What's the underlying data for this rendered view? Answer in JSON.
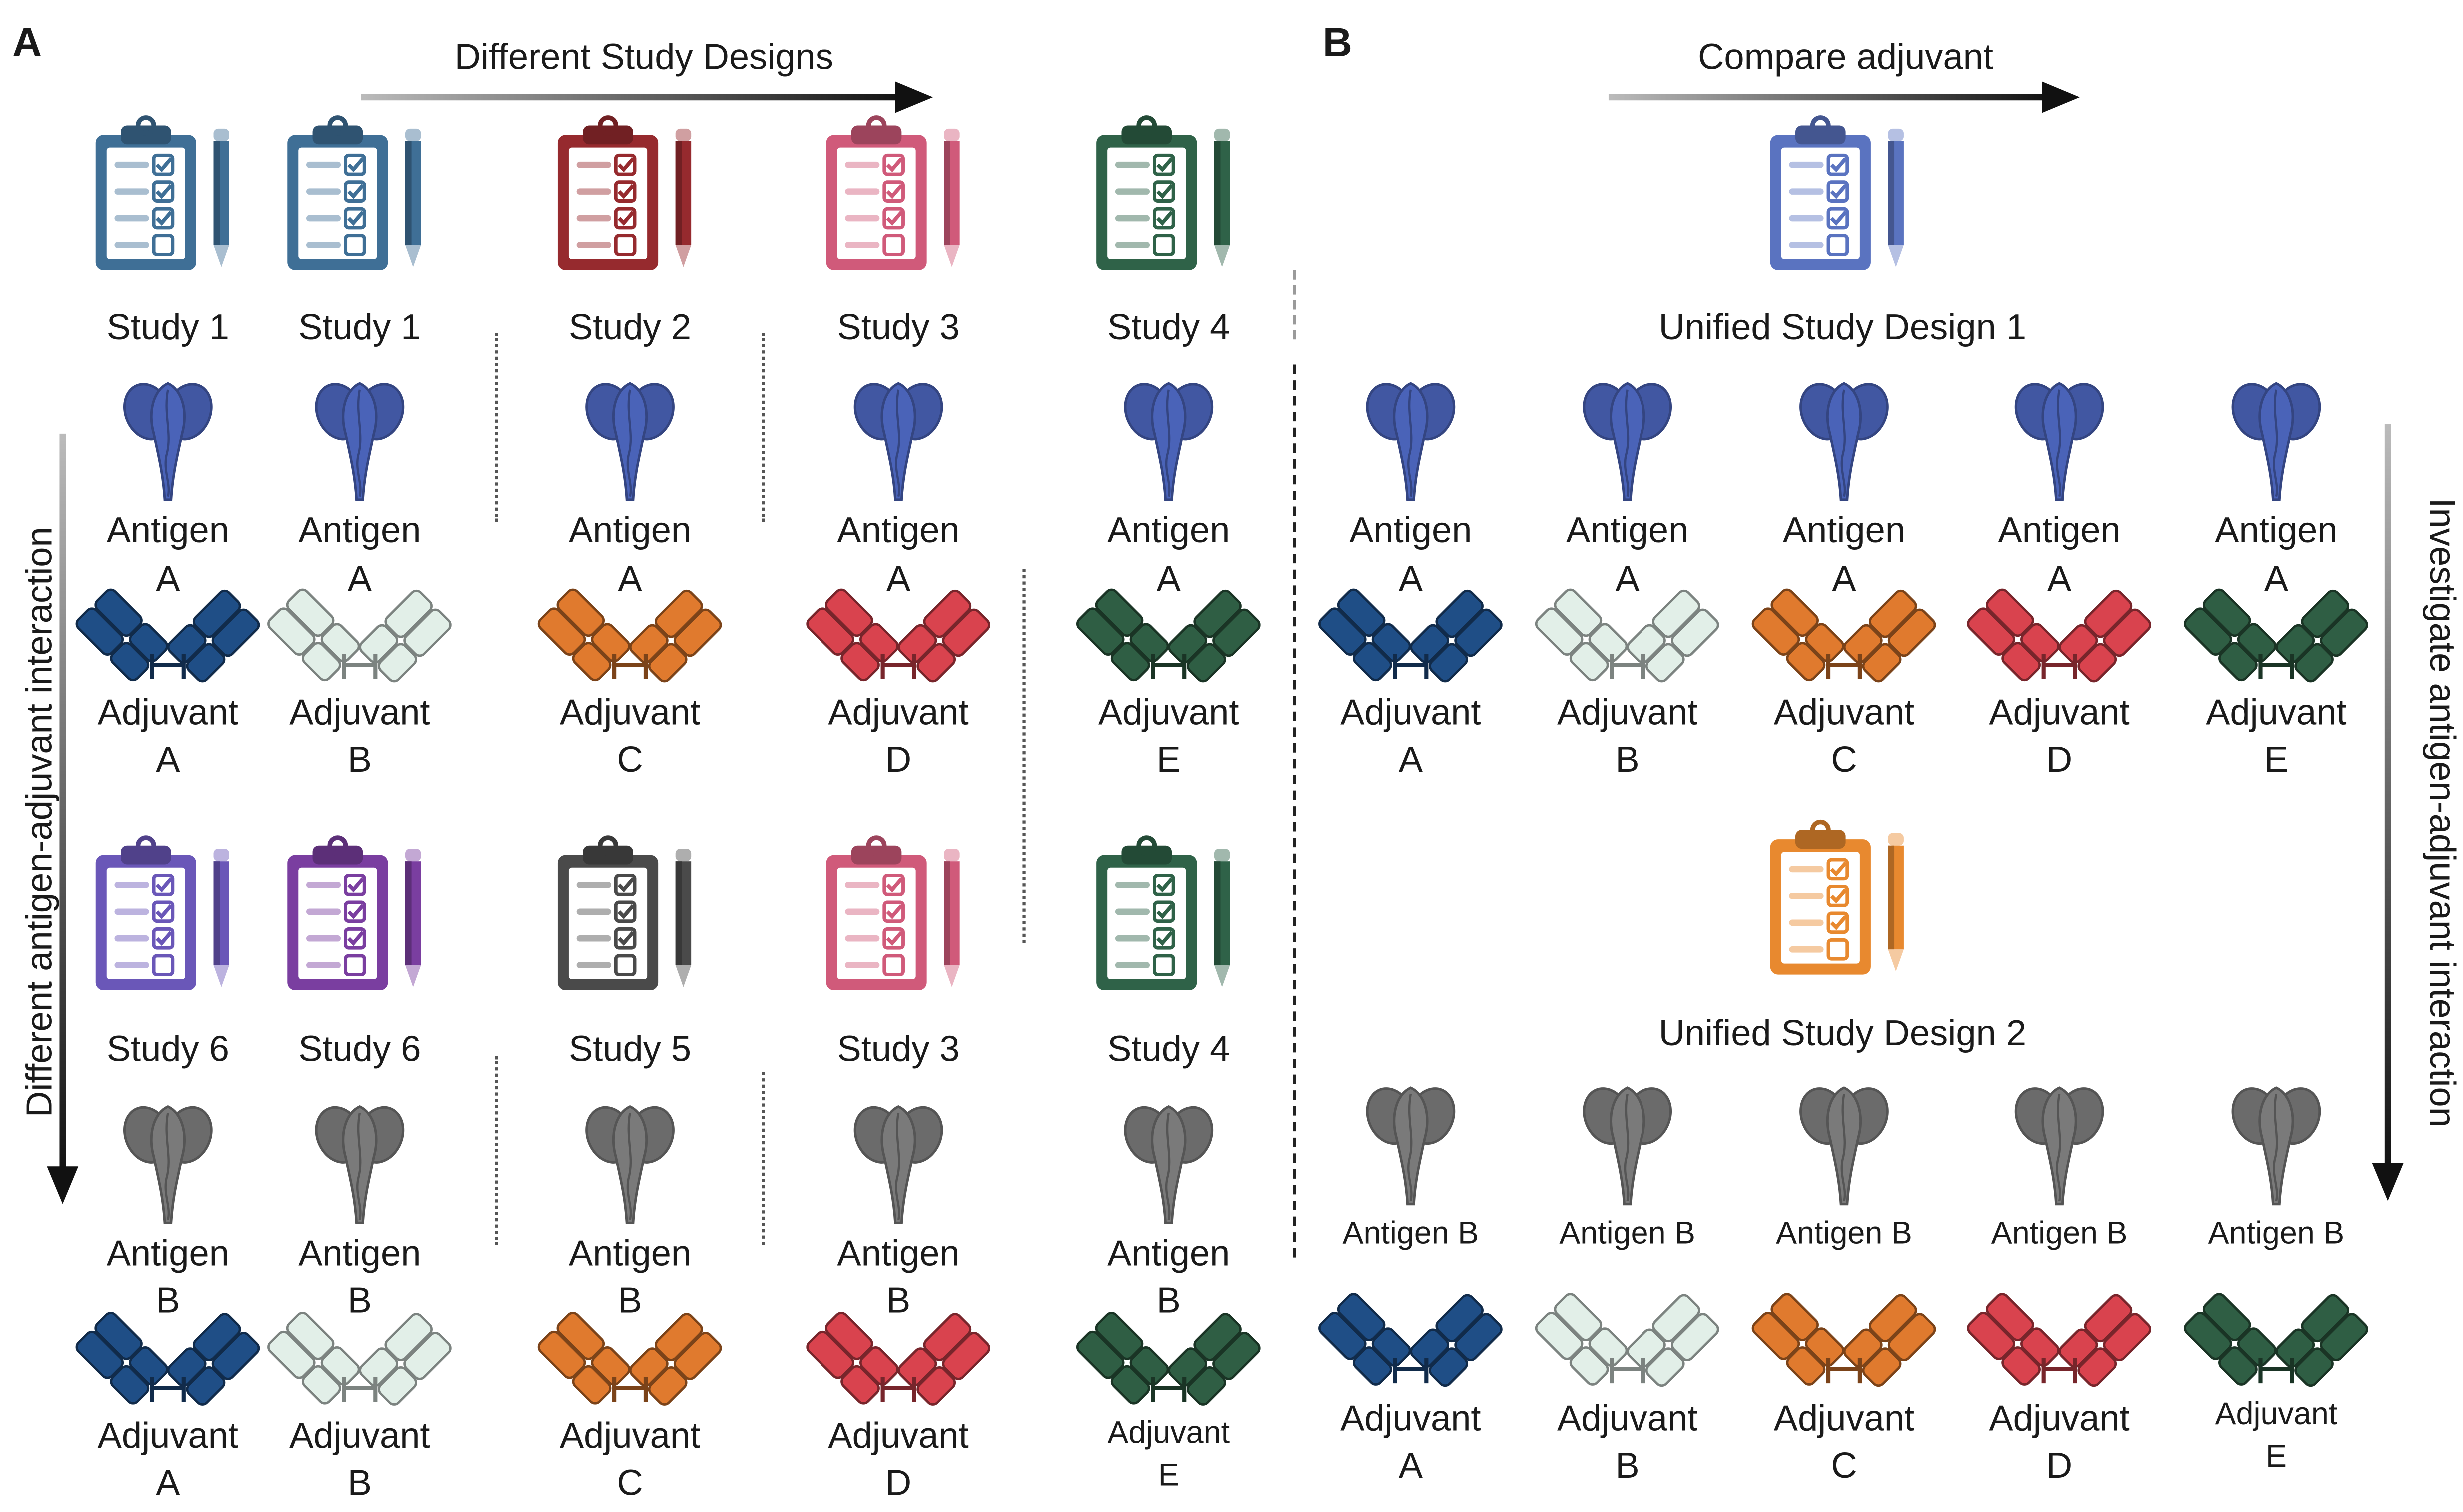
{
  "panel_a": {
    "label": "A",
    "top_arrow_label": "Different Study Designs",
    "side_arrow_label": "Different antigen-adjuvant  interaction",
    "columns": [
      {
        "top_study": "Study 1",
        "top_clipboard": "clipboard-blue-icon",
        "bottom_study": "Study 6",
        "bottom_clipboard": "clipboard-violet-icon",
        "antigen_top": [
          "Antigen",
          "A"
        ],
        "adjuvant_top": [
          "Adjuvant",
          "A"
        ],
        "antigen_bottom": [
          "Antigen",
          "B"
        ],
        "adjuvant_bottom": [
          "Adjuvant",
          "A"
        ]
      },
      {
        "top_study": "Study 1",
        "top_clipboard": "clipboard-blue-icon",
        "bottom_study": "Study 6",
        "bottom_clipboard": "clipboard-purple-icon",
        "antigen_top": [
          "Antigen",
          "A"
        ],
        "adjuvant_top": [
          "Adjuvant",
          "B"
        ],
        "antigen_bottom": [
          "Antigen",
          "B"
        ],
        "adjuvant_bottom": [
          "Adjuvant",
          "B"
        ]
      },
      {
        "top_study": "Study 2",
        "top_clipboard": "clipboard-darkred-icon",
        "bottom_study": "Study 5",
        "bottom_clipboard": "clipboard-gray-icon",
        "antigen_top": [
          "Antigen",
          "A"
        ],
        "adjuvant_top": [
          "Adjuvant",
          "C"
        ],
        "antigen_bottom": [
          "Antigen",
          "B"
        ],
        "adjuvant_bottom": [
          "Adjuvant",
          "C"
        ]
      },
      {
        "top_study": "Study 3",
        "top_clipboard": "clipboard-pink-icon",
        "bottom_study": "Study 3",
        "bottom_clipboard": "clipboard-pink-icon",
        "antigen_top": [
          "Antigen",
          "A"
        ],
        "adjuvant_top": [
          "Adjuvant",
          "D"
        ],
        "antigen_bottom": [
          "Antigen",
          "B"
        ],
        "adjuvant_bottom": [
          "Adjuvant",
          "D"
        ]
      },
      {
        "top_study": "Study 4",
        "top_clipboard": "clipboard-green-icon",
        "bottom_study": "Study 4",
        "bottom_clipboard": "clipboard-green-icon",
        "antigen_top": [
          "Antigen",
          "A"
        ],
        "adjuvant_top": [
          "Adjuvant",
          "E"
        ],
        "antigen_bottom": [
          "Antigen",
          "B"
        ],
        "adjuvant_bottom": [
          "Adjuvant",
          "E"
        ]
      }
    ]
  },
  "panel_b": {
    "label": "B",
    "top_arrow_label": "Compare adjuvant",
    "side_arrow_label": "Investigate antigen-adjuvant interaction",
    "design_1": "Unified Study Design 1",
    "design_2": "Unified Study Design 2",
    "columns": [
      {
        "antigen_top": [
          "Antigen",
          "A"
        ],
        "adjuvant_top": [
          "Adjuvant",
          "A"
        ],
        "antigen_bottom": "Antigen B",
        "adjuvant_bottom": [
          "Adjuvant",
          "A"
        ]
      },
      {
        "antigen_top": [
          "Antigen",
          "A"
        ],
        "adjuvant_top": [
          "Adjuvant",
          "B"
        ],
        "antigen_bottom": "Antigen B",
        "adjuvant_bottom": [
          "Adjuvant",
          "B"
        ]
      },
      {
        "antigen_top": [
          "Antigen",
          "A"
        ],
        "adjuvant_top": [
          "Adjuvant",
          "C"
        ],
        "antigen_bottom": "Antigen B",
        "adjuvant_bottom": [
          "Adjuvant",
          "C"
        ]
      },
      {
        "antigen_top": [
          "Antigen",
          "A"
        ],
        "adjuvant_top": [
          "Adjuvant",
          "D"
        ],
        "antigen_bottom": "Antigen B",
        "adjuvant_bottom": [
          "Adjuvant",
          "D"
        ]
      },
      {
        "antigen_top": [
          "Antigen",
          "A"
        ],
        "adjuvant_top": [
          "Adjuvant",
          "E"
        ],
        "antigen_bottom": "Antigen B",
        "adjuvant_bottom": [
          "Adjuvant",
          "E"
        ]
      }
    ]
  },
  "icons": {
    "antigen": "antigen-icon",
    "adjuvant": "antibody-adjuvant-icon",
    "clipboard": "clipboard-checklist-icon",
    "pencil": "pencil-icon"
  },
  "colors": {
    "antigen_a": "#4a63b8",
    "antigen_b": "#7a7a7a",
    "adjuvant_a": "#1f4e86",
    "adjuvant_b": "#e2efe8",
    "adjuvant_c": "#e07a2e",
    "adjuvant_d": "#d9434e",
    "adjuvant_e": "#2f5e44",
    "clipboard_blue": "#3f6f96",
    "clipboard_darkred": "#962a2e",
    "clipboard_pink": "#d05a7a",
    "clipboard_green": "#2f6248",
    "clipboard_violet": "#6a57b8",
    "clipboard_purple": "#7a3ea0",
    "clipboard_gray": "#4a4a4a",
    "clipboard_unified_1": "#5a73c0",
    "clipboard_unified_2": "#e8892f"
  }
}
